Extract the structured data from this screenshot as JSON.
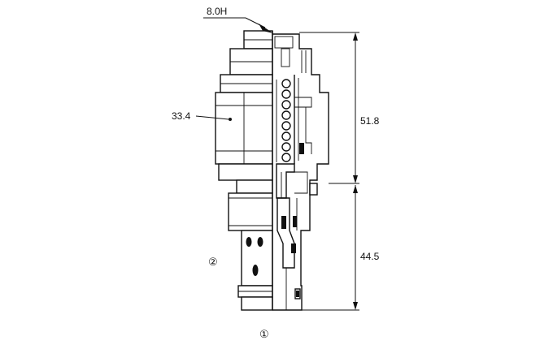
{
  "dimensions": {
    "hex_key": "8.0H",
    "hex_width": "33.4",
    "upper_length": "51.8",
    "lower_length": "44.5"
  },
  "ports": {
    "port_1": "①",
    "port_2": "②"
  },
  "colors": {
    "line": "#111111",
    "background": "#ffffff"
  }
}
